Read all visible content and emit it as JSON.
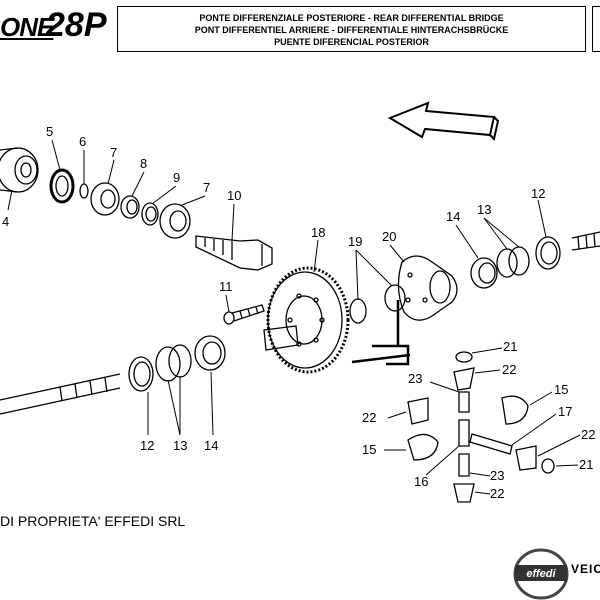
{
  "header": {
    "logo_fragment": "ONE",
    "model": "28P",
    "title_lines": [
      "PONTE DIFFERENZIALE POSTERIORE - REAR DIFFERENTIAL BRIDGE",
      "PONT DIFFERENTIEL ARRIERE - DIFFERENTIALE HINTERACHSBRÜCKE",
      "PUENTE DIFERENCIAL POSTERIOR"
    ]
  },
  "callouts": [
    "4",
    "5",
    "6",
    "7",
    "8",
    "9",
    "7",
    "10",
    "11",
    "18",
    "19",
    "20",
    "14",
    "13",
    "12",
    "12",
    "13",
    "14",
    "21",
    "22",
    "23",
    "15",
    "17",
    "22",
    "15",
    "16",
    "23",
    "22",
    "22",
    "21"
  ],
  "footer": {
    "ownership": "DI PROPRIETA' EFFEDI SRL",
    "brand_logo": "effedi",
    "brand_text": "VEIC"
  },
  "colors": {
    "ink": "#000000",
    "paper": "#ffffff"
  }
}
